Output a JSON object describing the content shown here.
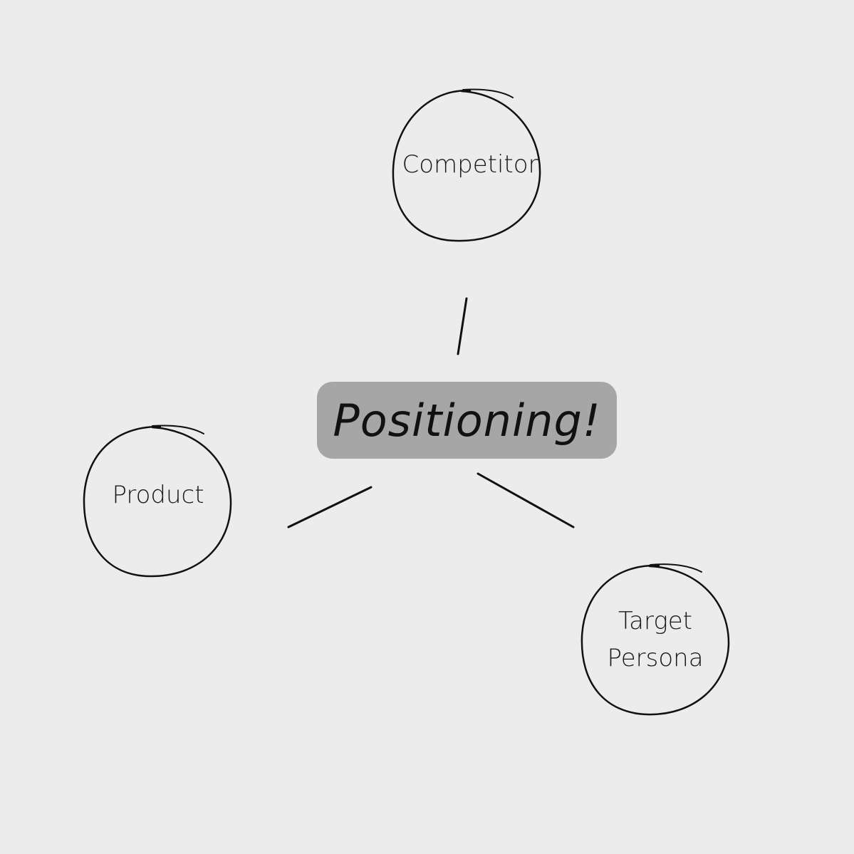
{
  "diagram": {
    "center": {
      "label": "Positioning!"
    },
    "nodes": {
      "competitor": {
        "label": "Competitor"
      },
      "product": {
        "label": "Product"
      },
      "persona": {
        "line1": "Target",
        "line2": "Persona"
      }
    }
  },
  "colors": {
    "background": "#ececec",
    "center_fill": "#a6a6a6",
    "stroke": "#111111"
  }
}
